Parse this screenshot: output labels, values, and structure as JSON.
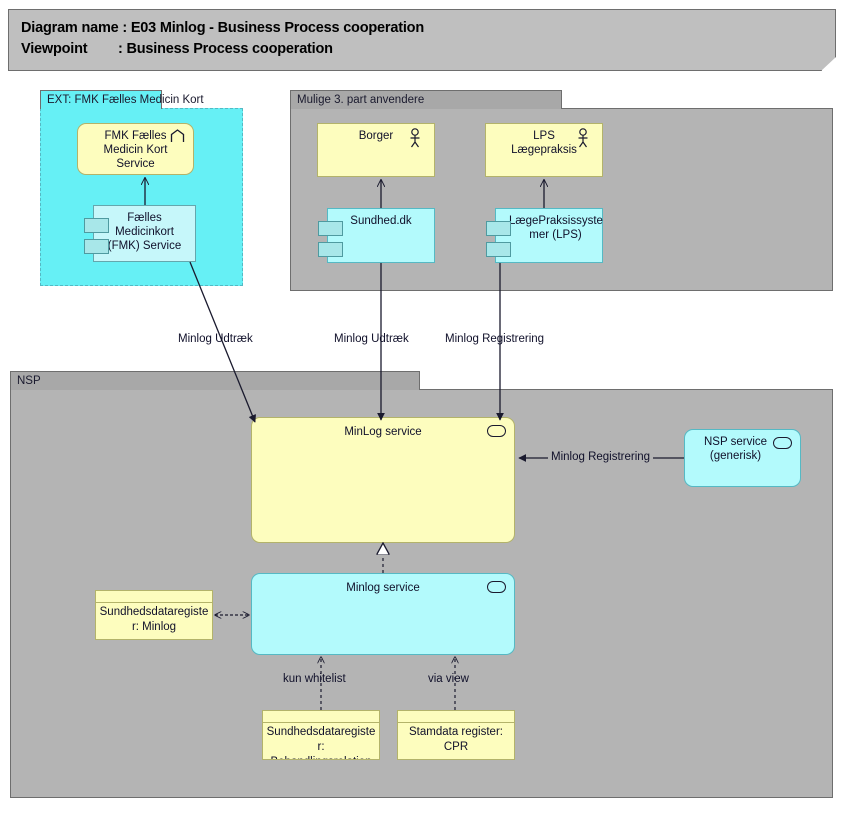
{
  "header": {
    "line1": "Diagram name : E03 Minlog - Business Process cooperation",
    "line2": "Viewpoint        : Business Process cooperation"
  },
  "groups": {
    "ext_fmk": {
      "label": "EXT: FMK Fælles Medicin Kort"
    },
    "third_party": {
      "label": "Mulige 3. part anvendere"
    },
    "nsp": {
      "label": "NSP"
    }
  },
  "nodes": {
    "fmk_service": {
      "label": "FMK Fælles\nMedicin Kort\nService",
      "icon": "application-component-icon"
    },
    "fmk_component": {
      "label": "Fælles\nMedicinkort\n(FMK) Service",
      "icon": "component-icon"
    },
    "borger": {
      "label": "Borger",
      "icon": "business-actor-icon"
    },
    "lps_laegepraksis": {
      "label": "LPS\nLægepraksis",
      "icon": "business-actor-icon"
    },
    "sundhed_dk": {
      "label": "Sundhed.dk",
      "icon": "component-icon"
    },
    "lps_systemer": {
      "label": "LægePraksissyste\nmer (LPS)",
      "icon": "component-icon"
    },
    "minlog_service_app": {
      "label": "MinLog service",
      "icon": "application-service-icon"
    },
    "nsp_service_generisk": {
      "label": "NSP service\n(generisk)",
      "icon": "application-service-icon"
    },
    "minlog_service_tech": {
      "label": "Minlog service",
      "icon": "application-service-icon"
    },
    "sdr_minlog": {
      "label": "Sundhedsdataregiste\nr: Minlog"
    },
    "sdr_behandlingsrelation": {
      "label": "Sundhedsdataregiste\nr:\nBehandlingsrelation"
    },
    "stamdata_cpr": {
      "label": "Stamdata register:\nCPR"
    }
  },
  "connector_labels": {
    "fmk_to_minlog": "Minlog Udtræk",
    "sundhed_to_minlog": "Minlog Udtræk",
    "lps_to_minlog": "Minlog Registrering",
    "nsp_to_minlog": "Minlog Registrering",
    "behandlingsrelation_to_minlog": "kun whitelist",
    "cpr_to_minlog": "via view"
  },
  "colors": {
    "canvas": "#ffffff",
    "group_grey": "#b4b4b4",
    "group_tab_grey": "#a8a8a8",
    "note_grey": "#bfbfbf",
    "yellow": "#fdfdbe",
    "cyan": "#b3fafc",
    "cyan_group": "#66f0f5",
    "line": "#1a1a2e"
  }
}
